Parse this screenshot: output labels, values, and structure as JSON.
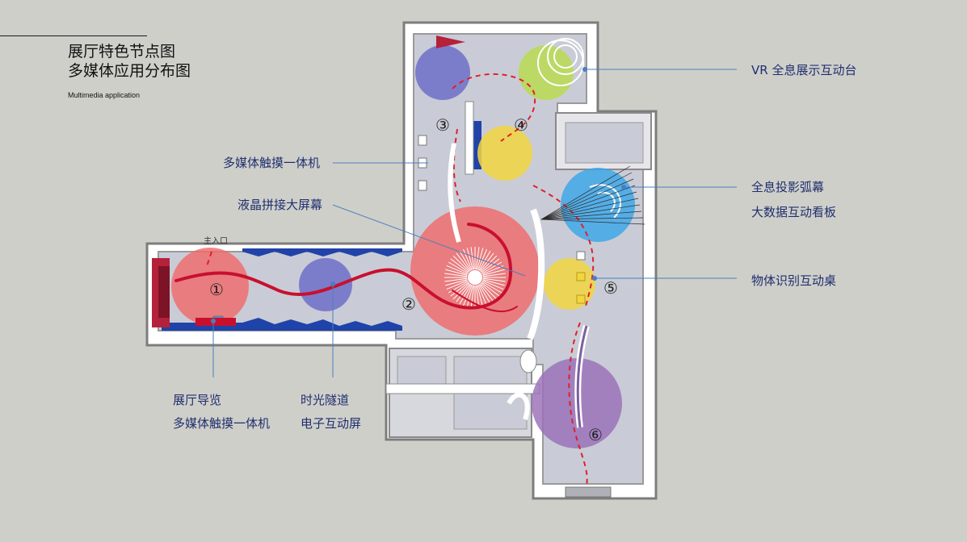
{
  "header": {
    "title_line1": "展厅特色节点图",
    "title_line2": "多媒体应用分布图",
    "subtitle": "Multimedia application"
  },
  "plan": {
    "entrance_label": "主入口",
    "zones": [
      {
        "number": "①",
        "color": "#f06a6a"
      },
      {
        "number": "②",
        "color": "#f06a6a"
      },
      {
        "number": "③",
        "color": "#6f6fc8"
      },
      {
        "number": "④",
        "color": "#f2d540"
      },
      {
        "number": "⑤",
        "color": "#f2d540"
      },
      {
        "number": "⑥",
        "color": "#9a6fb8"
      }
    ]
  },
  "callouts": {
    "vr_table": "VR 全息展示互动台",
    "touch_kiosk": "多媒体触摸一体机",
    "lcd_wall": "液晶拼接大屏幕",
    "holo_arc": "全息投影弧幕",
    "bigdata_board": "大数据互动看板",
    "object_table": "物体识别互动桌",
    "guide_line1": "展厅导览",
    "guide_line2": "多媒体触摸一体机",
    "tunnel_line1": "时光隧道",
    "tunnel_line2": "电子互动屏"
  },
  "colors": {
    "background": "#cfcfca",
    "label_text": "#1f2f6e",
    "leader_line": "#4a7fc0",
    "floor": "#c9ccd6",
    "wall": "#ffffff",
    "wall_shadow": "#8a8a8a",
    "path_dash": "#e0202a",
    "blue_panel": "#1f43a8"
  }
}
